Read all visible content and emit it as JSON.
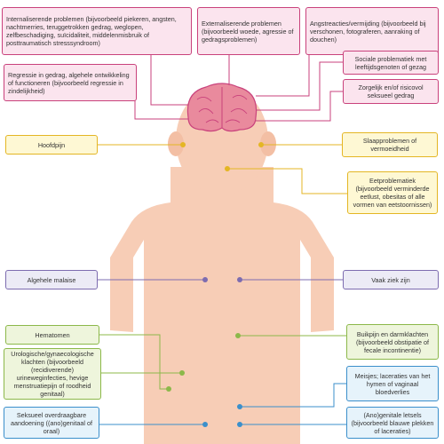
{
  "labels": {
    "internaliserende": "Internaliserende problemen (bijvoorbeeld piekeren, angsten, nachtmerries, teruggetrokken gedrag, weglopen, zelfbeschadiging, suïcidaliteit, middelenmisbruik of posttraumatisch stresssyndroom)",
    "externaliserende": "Externaliserende problemen (bijvoorbeeld woede, agressie of gedragsproblemen)",
    "angstreacties": "Angstreacties/vermijding (bijvoorbeeld bij verschonen, fotograferen, aanraking of douchen)",
    "regressie": "Regressie in gedrag, algehele ontwikkeling of functioneren (bijvoorbeeld regressie in zindelijkheid)",
    "sociale": "Sociale problematiek met leeftijdsgenoten of gezag",
    "zorgelijk": "Zorgelijk en/of risicovol seksueel gedrag",
    "hoofdpijn": "Hoofdpijn",
    "slaapproblemen": "Slaapproblemen of vermoeidheid",
    "eetproblematiek": "Eetproblematiek (bijvoorbeeld verminderde eetlust, obesitas of alle vormen van eetstoornissen)",
    "malaise": "Algehele malaise",
    "vaakziek": "Vaak ziek zijn",
    "hematomen": "Hematomen",
    "buikpijn": "Buikpijn en darmklachten (bijvoorbeeld obstipatie of fecale incontinentie)",
    "urologische": "Urologische/gynaecologische klachten (bijvoorbeeld (recidiverende) urineweginfecties, hevige menstruatiepijn of roodheid genitaal)",
    "meisjes": "Meisjes; laceraties van het hymen of vaginaal bloedverlies",
    "soa": "Seksueel overdraagbare aandoening ((ano)genitaal of oraal)",
    "anogenitale": "(Ano)genitale letsels (bijvoorbeeld blauwe plekken of laceraties)"
  },
  "colors": {
    "pink": "#c9427c",
    "yellow": "#e4b624",
    "purple": "#7d6cb0",
    "green": "#8cb84a",
    "blue": "#3b8fcb",
    "skin": "#f7cdb6",
    "brain": "#e98a9d"
  }
}
